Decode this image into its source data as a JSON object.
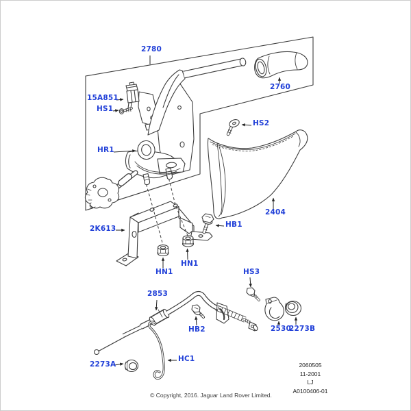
{
  "colors": {
    "label_blue": "#2140d8",
    "line_dark": "#3d3d3d",
    "leader_black": "#222222",
    "ref_text": "#1a1a1a",
    "copyright_text": "#3c3c3c"
  },
  "labels": [
    {
      "text": "2780"
    },
    {
      "text": "15A851"
    },
    {
      "text": "HS1"
    },
    {
      "text": "HR1"
    },
    {
      "text": "2760"
    },
    {
      "text": "HS2"
    },
    {
      "text": "2404"
    },
    {
      "text": "HB1"
    },
    {
      "text": "2K613"
    },
    {
      "text": "HN1"
    },
    {
      "text": "HN1"
    },
    {
      "text": "2853"
    },
    {
      "text": "HB2"
    },
    {
      "text": "HC1"
    },
    {
      "text": "2273A"
    },
    {
      "text": "HS3"
    },
    {
      "text": "2530"
    },
    {
      "text": "2273B"
    }
  ],
  "ref_block": {
    "line1": "2060505",
    "line2": "11-2001",
    "line3": "LJ",
    "line4": "A0100406-01"
  },
  "copyright": "© Copyright, 2016. Jaguar Land Rover Limited."
}
